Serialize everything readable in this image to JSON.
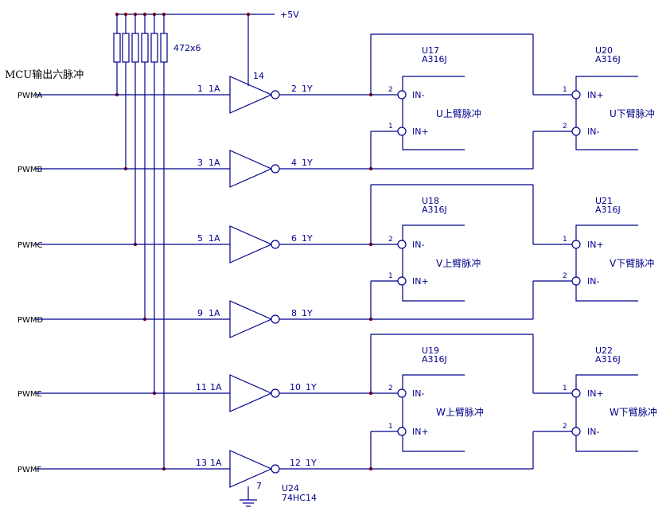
{
  "title_label": "MCU输出六脉冲",
  "supply_label": "+5V",
  "resistor_label": "472x6",
  "inverter": {
    "pin_vcc": "14",
    "pin_gnd": "7",
    "ref": "U24",
    "part": "74HC14"
  },
  "channels": [
    {
      "signal": "PWMA",
      "in_pin": "1",
      "in_label": "1A",
      "out_pin": "2",
      "out_label": "1Y"
    },
    {
      "signal": "PWMB",
      "in_pin": "3",
      "in_label": "1A",
      "out_pin": "4",
      "out_label": "1Y"
    },
    {
      "signal": "PWMC",
      "in_pin": "5",
      "in_label": "1A",
      "out_pin": "6",
      "out_label": "1Y"
    },
    {
      "signal": "PWMD",
      "in_pin": "9",
      "in_label": "1A",
      "out_pin": "8",
      "out_label": "1Y"
    },
    {
      "signal": "PWME",
      "in_pin": "11",
      "in_label": "1A",
      "out_pin": "10",
      "out_label": "1Y"
    },
    {
      "signal": "PWMF",
      "in_pin": "13",
      "in_label": "1A",
      "out_pin": "12",
      "out_label": "1Y"
    }
  ],
  "drivers": [
    {
      "upper_ref": "U17",
      "upper_part": "A316J",
      "upper_pulse": "U上臂脉冲",
      "lower_ref": "U20",
      "lower_part": "A316J",
      "lower_pulse": "U下臂脉冲",
      "upper_pin_a": "2",
      "upper_pin_a_label": "IN-",
      "upper_pin_b": "1",
      "upper_pin_b_label": "IN+",
      "lower_pin_a": "1",
      "lower_pin_a_label": "IN+",
      "lower_pin_b": "2",
      "lower_pin_b_label": "IN-"
    },
    {
      "upper_ref": "U18",
      "upper_part": "A316J",
      "upper_pulse": "V上臂脉冲",
      "lower_ref": "U21",
      "lower_part": "A316J",
      "lower_pulse": "V下臂脉冲",
      "upper_pin_a": "2",
      "upper_pin_a_label": "IN-",
      "upper_pin_b": "1",
      "upper_pin_b_label": "IN+",
      "lower_pin_a": "1",
      "lower_pin_a_label": "IN+",
      "lower_pin_b": "2",
      "lower_pin_b_label": "IN-"
    },
    {
      "upper_ref": "U19",
      "upper_part": "A316J",
      "upper_pulse": "W上臂脉冲",
      "lower_ref": "U22",
      "lower_part": "A316J",
      "lower_pulse": "W下臂脉冲",
      "upper_pin_a": "2",
      "upper_pin_a_label": "IN-",
      "upper_pin_b": "1",
      "upper_pin_b_label": "IN+",
      "lower_pin_a": "1",
      "lower_pin_a_label": "IN+",
      "lower_pin_b": "2",
      "lower_pin_b_label": "IN-"
    }
  ]
}
